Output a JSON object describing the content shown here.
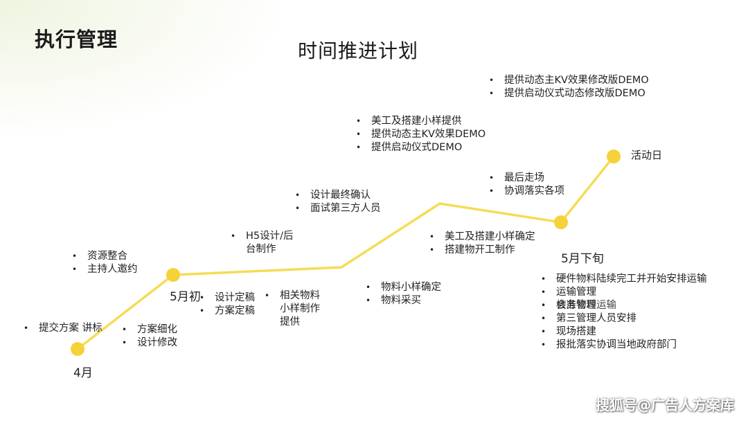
{
  "header": {
    "title": "执行管理",
    "subtitle": "时间推进计划"
  },
  "milestones": {
    "m1": "4月",
    "m2": "5月初",
    "m3": "5月下旬",
    "m4": "活动日"
  },
  "blocks": {
    "b_apr": [
      "提交方案 讲标"
    ],
    "b_res": [
      "资源整合",
      "主持人邀约"
    ],
    "b_plan": [
      "方案细化",
      "设计修改"
    ],
    "b_draft": [
      "设计定稿",
      "方案定稿"
    ],
    "b_mat": [
      "相关物料小样制作提供"
    ],
    "b_h5": [
      "H5设计/后台制作"
    ],
    "b_design": [
      "设计最终确认",
      "面试第三方人员"
    ],
    "b_sample": [
      "物料小样确定",
      "物料采买"
    ],
    "b_demo": [
      "美工及搭建小样提供",
      "提供动态主KV效果DEMO",
      "提供启动仪式DEMO"
    ],
    "b_build": [
      "美工及搭建小样确定",
      "搭建物开工制作"
    ],
    "b_rev": [
      "提供动态主KV效果修改版DEMO",
      "提供启动仪式动态修改版DEMO"
    ],
    "b_walk": [
      "最后走场",
      "协调落实各项"
    ],
    "b_late": [
      "硬件物料陆续完工并开始安排运输",
      "运输管理",
      "会务管理",
      "第三管理人员安排",
      "现场搭建",
      "报批落实协调当地政府部门"
    ],
    "b_late_overlap": "核准物料运输"
  },
  "watermark": "搜狐号@广告人方案库",
  "colors": {
    "line": "#f5dc55",
    "dot": "#f5d23a"
  }
}
